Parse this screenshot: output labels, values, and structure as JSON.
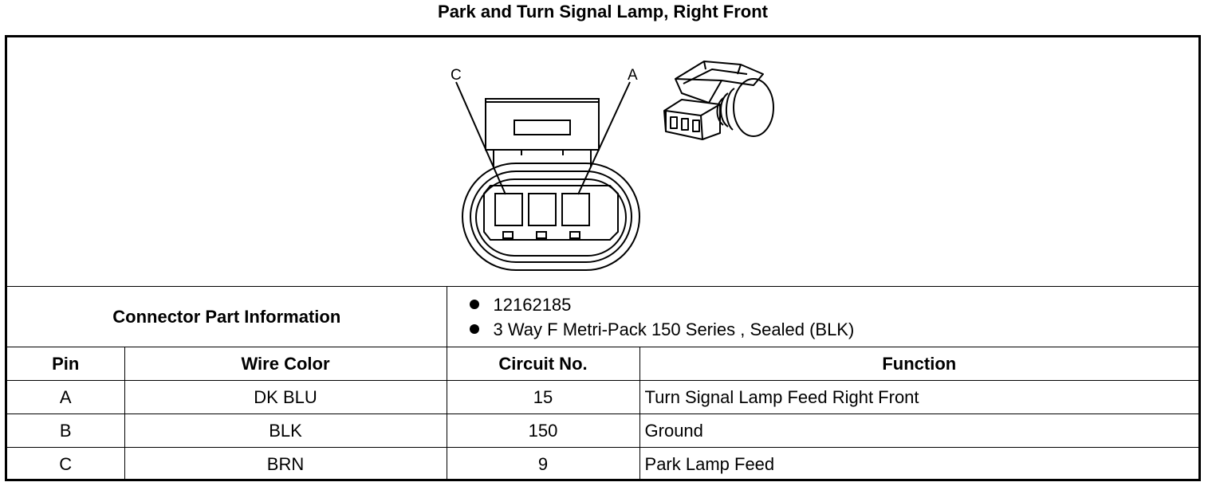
{
  "title": "Park and Turn Signal Lamp, Right Front",
  "diagram": {
    "callouts": {
      "left": "C",
      "right": "A"
    }
  },
  "connector_info": {
    "label": "Connector Part Information",
    "items": [
      "12162185",
      "3 Way F Metri-Pack 150 Series , Sealed (BLK)"
    ]
  },
  "table": {
    "headers": {
      "pin": "Pin",
      "wire_color": "Wire Color",
      "circuit": "Circuit No.",
      "function": "Function"
    },
    "rows": [
      {
        "pin": "A",
        "wire_color": "DK BLU",
        "circuit": "15",
        "function": "Turn Signal Lamp Feed Right Front"
      },
      {
        "pin": "B",
        "wire_color": "BLK",
        "circuit": "150",
        "function": "Ground"
      },
      {
        "pin": "C",
        "wire_color": "BRN",
        "circuit": "9",
        "function": "Park Lamp Feed"
      }
    ]
  }
}
